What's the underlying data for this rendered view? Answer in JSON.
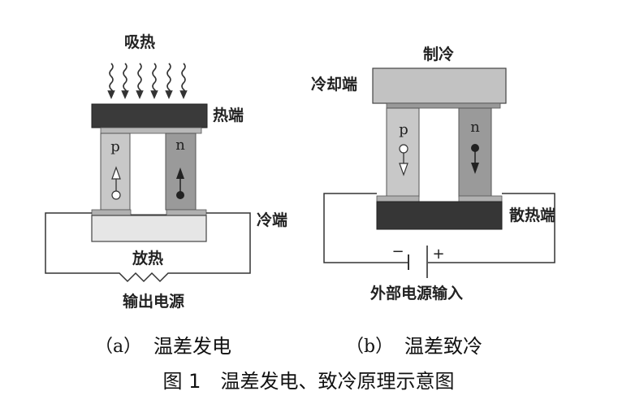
{
  "figure": {
    "caption": "图 1　温差发电、致冷原理示意图",
    "colors": {
      "hot_plate": "#3a3a3a",
      "p_leg": "#c8c8c8",
      "n_leg": "#9a9a9a",
      "cold_plate_a": "#e6e6e6",
      "cold_plate_b": "#c2c2c2",
      "heat_sink_b": "#363636",
      "line": "#333333"
    }
  },
  "panel_a": {
    "sub_label": "（a）",
    "title": "温差发电",
    "heat_in_label": "吸热",
    "hot_end_label": "热端",
    "cold_end_label": "冷端",
    "heat_out_label": "放热",
    "output_label": "输出电源",
    "p_label": "p",
    "n_label": "n",
    "p_carrier": "hole (open circle), arrow up",
    "n_carrier": "electron (filled circle), arrow up"
  },
  "panel_b": {
    "sub_label": "（b）",
    "title": "温差致冷",
    "cooling_label": "制冷",
    "cold_end_label": "冷却端",
    "heat_sink_label": "散热端",
    "input_label": "外部电源输入",
    "minus": "−",
    "plus": "+",
    "p_label": "p",
    "n_label": "n",
    "p_carrier": "hole (open circle), arrow down",
    "n_carrier": "electron (filled circle), arrow down"
  }
}
